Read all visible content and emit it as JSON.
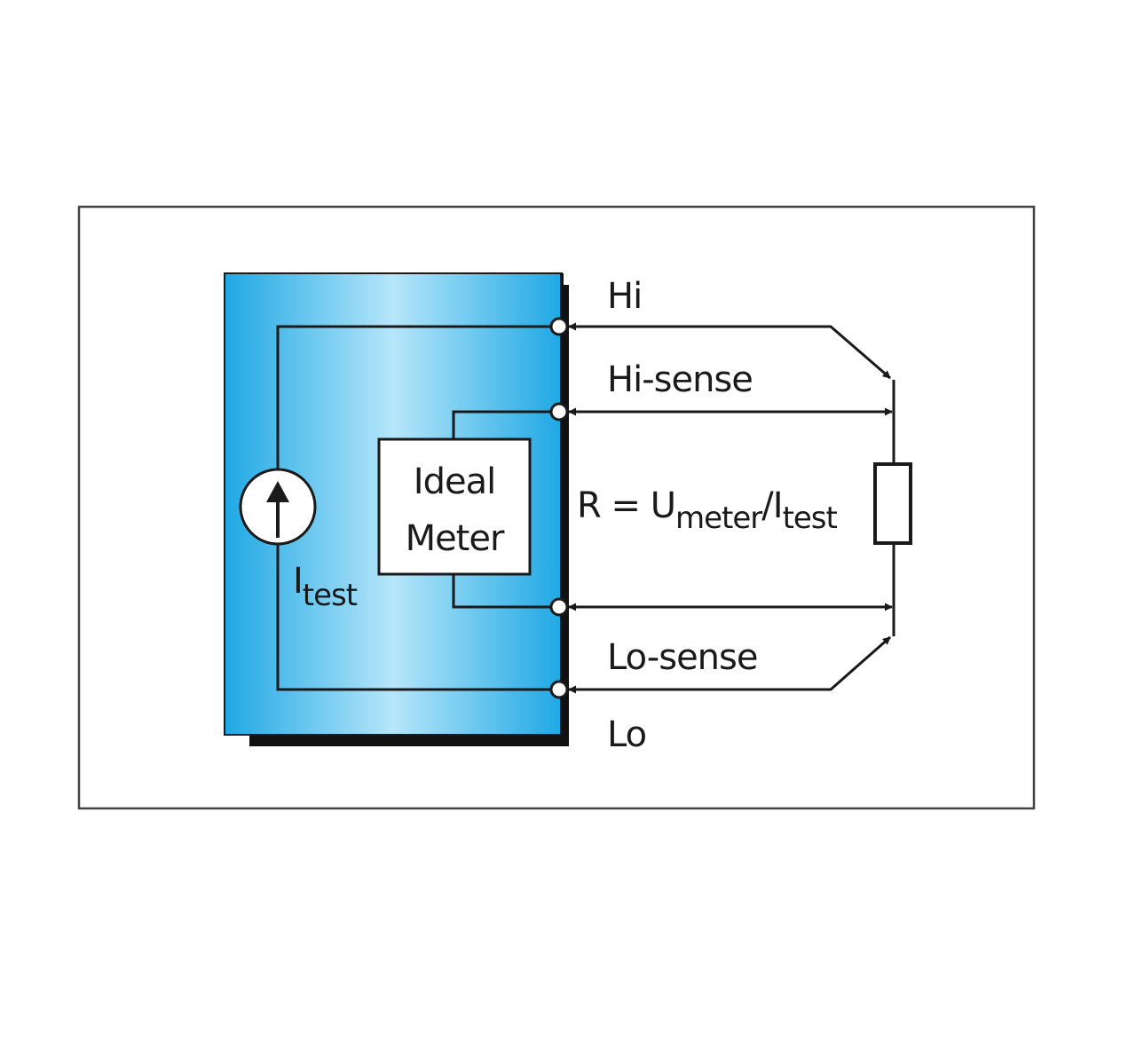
{
  "labels": {
    "hi": "Hi",
    "hi_sense": "Hi-sense",
    "lo_sense": "Lo-sense",
    "lo": "Lo",
    "meter_line1": "Ideal",
    "meter_line2": "Meter",
    "source_symbol": "I",
    "source_subscript": "test",
    "formula_r": "R = U",
    "formula_meter_sub": "meter",
    "formula_slash": "/I",
    "formula_test_sub": "test"
  },
  "icons": {
    "current_source": "current-source-up-arrow-icon",
    "resistor": "resistor-icon",
    "terminal": "terminal-circle-icon"
  },
  "colors": {
    "instrument_fill_edge": "#1fa8e4",
    "instrument_fill_center": "#b6e6fa",
    "instrument_shadow": "#111111",
    "line": "#1a1a1a",
    "frame": "#444444",
    "background": "#ffffff"
  }
}
